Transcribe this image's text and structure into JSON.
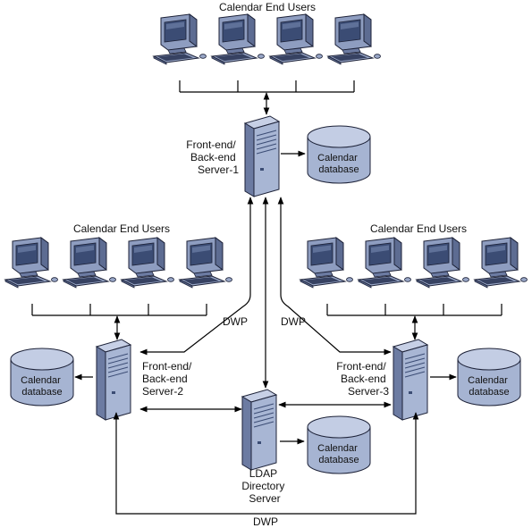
{
  "user_groups": {
    "top": "Calendar End Users",
    "left": "Calendar End Users",
    "right": "Calendar End Users"
  },
  "servers": {
    "server1": [
      "Front-end/",
      "Back-end",
      "Server-1"
    ],
    "server2": [
      "Front-end/",
      "Back-end",
      "Server-2"
    ],
    "server3": [
      "Front-end/",
      "Back-end",
      "Server-3"
    ],
    "ldap": [
      "LDAP",
      "Directory",
      "Server"
    ]
  },
  "database_label": [
    "Calendar",
    "database"
  ],
  "protocol_labels": {
    "left": "DWP",
    "middle": "DWP",
    "bottom": "DWP"
  },
  "colors": {
    "monitor_front": "#7f8fb4",
    "monitor_side": "#5d6c92",
    "screen": "#3b4c74",
    "tower": "#a8b6d4",
    "tower_dark": "#6c7ba2",
    "database": "#a6b4d2",
    "database_top": "#c3cde4"
  }
}
